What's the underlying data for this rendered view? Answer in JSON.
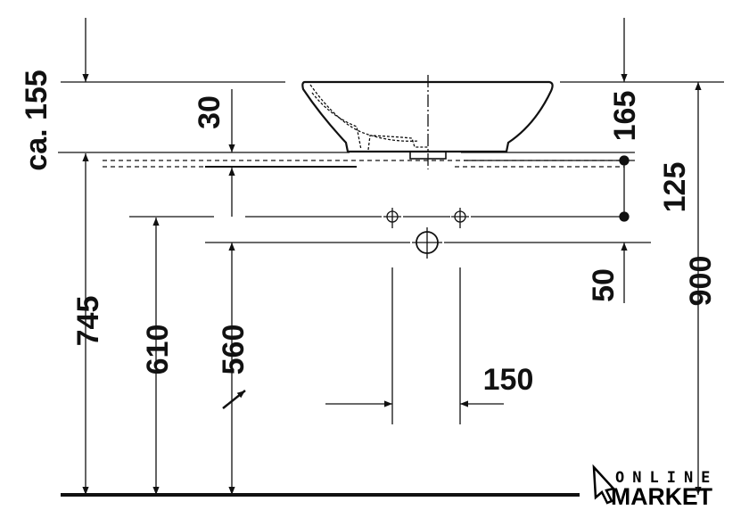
{
  "dimensions": {
    "ca155": "ca. 155",
    "d30": "30",
    "d165": "165",
    "d125": "125",
    "d50": "50",
    "d900": "900",
    "d745": "745",
    "d610": "610",
    "d560": "560",
    "d150": "150"
  },
  "logo": {
    "line1": "ONLINE",
    "line2": "MARKET"
  },
  "colors": {
    "ink": "#111111",
    "background": "#ffffff"
  }
}
